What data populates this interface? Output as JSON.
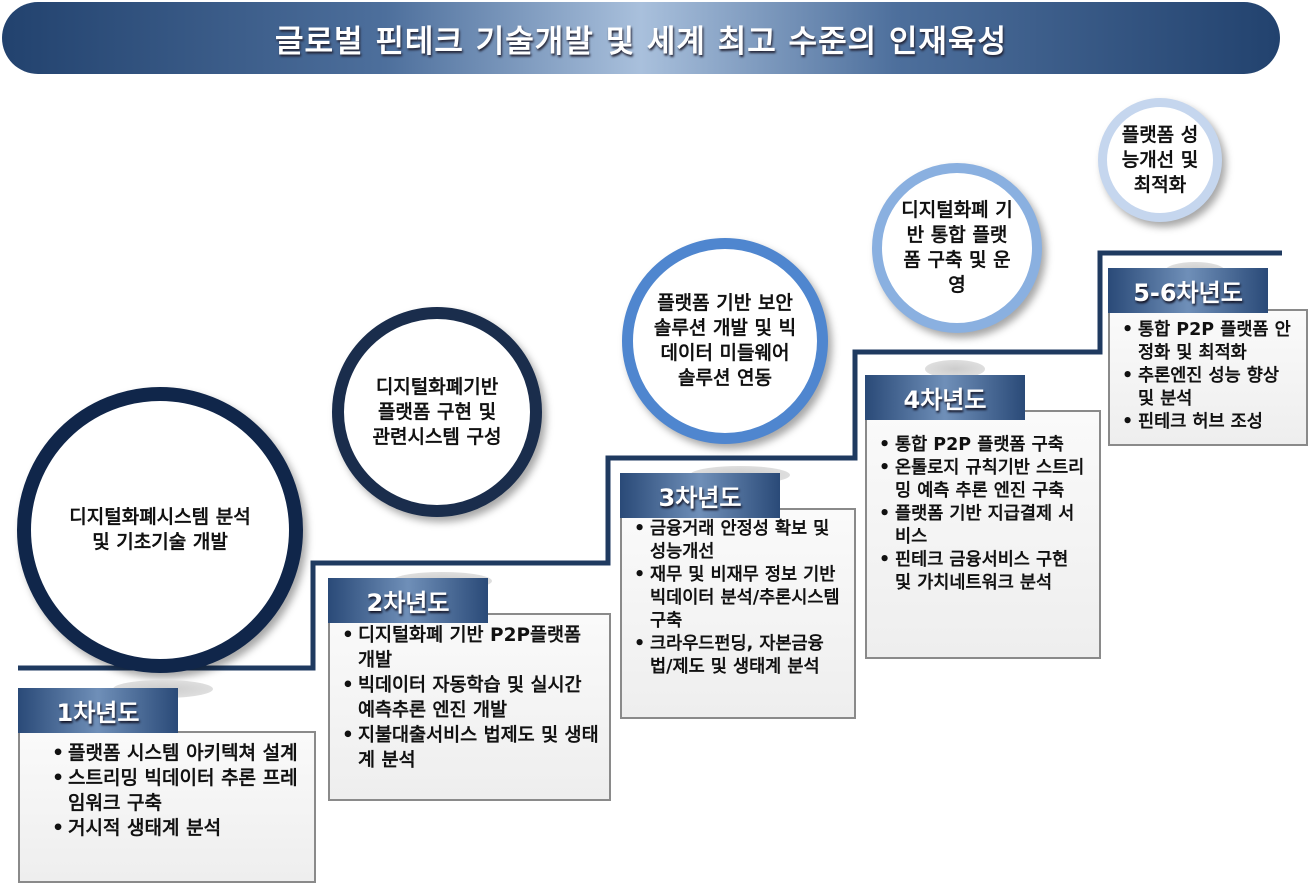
{
  "title": "글로벌 핀테크 기술개발 및 세계 최고 수준의 인재육성",
  "steps": [
    {
      "year": "1차년도",
      "goal": "디지털화폐시스템 분석 및 기초기술 개발",
      "items": [
        "플랫폼 시스템 아키텍쳐 설계",
        "스트리밍 빅데이터 추론 프레임워크 구축",
        "거시적 생태계 분석"
      ]
    },
    {
      "year": "2차년도",
      "goal": "디지털화폐기반 플랫폼 구현 및 관련시스템 구성",
      "items": [
        "디지털화폐 기반 P2P플랫폼 개발",
        "빅데이터 자동학습 및 실시간 예측추론 엔진 개발",
        "지불대출서비스 법제도 및 생태계 분석"
      ]
    },
    {
      "year": "3차년도",
      "goal": "플랫폼 기반 보안솔루션 개발 및 빅데이터 미들웨어 솔루션 연동",
      "items": [
        "금융거래 안정성 확보 및 성능개선",
        "재무 및 비재무 정보 기반 빅데이터 분석/추론시스템 구축",
        "크라우드펀딩, 자본금융법/제도 및 생태계 분석"
      ]
    },
    {
      "year": "4차년도",
      "goal": "디지털화폐 기반 통합 플랫폼 구축 및 운영",
      "items": [
        "통합 P2P 플랫폼 구축",
        "온톨로지 규칙기반 스트리밍 예측 추론 엔진 구축",
        "플랫폼 기반 지급결제 서비스",
        "핀테크 금융서비스 구현 및 가치네트워크 분석"
      ]
    },
    {
      "year": "5-6차년도",
      "goal": "플랫폼 성능개선 및 최적화",
      "items": [
        "통합 P2P 플랫폼 안정화 및 최적화",
        "추론엔진 성능 향상 및 분석",
        "핀테크 허브 조성"
      ]
    }
  ]
}
